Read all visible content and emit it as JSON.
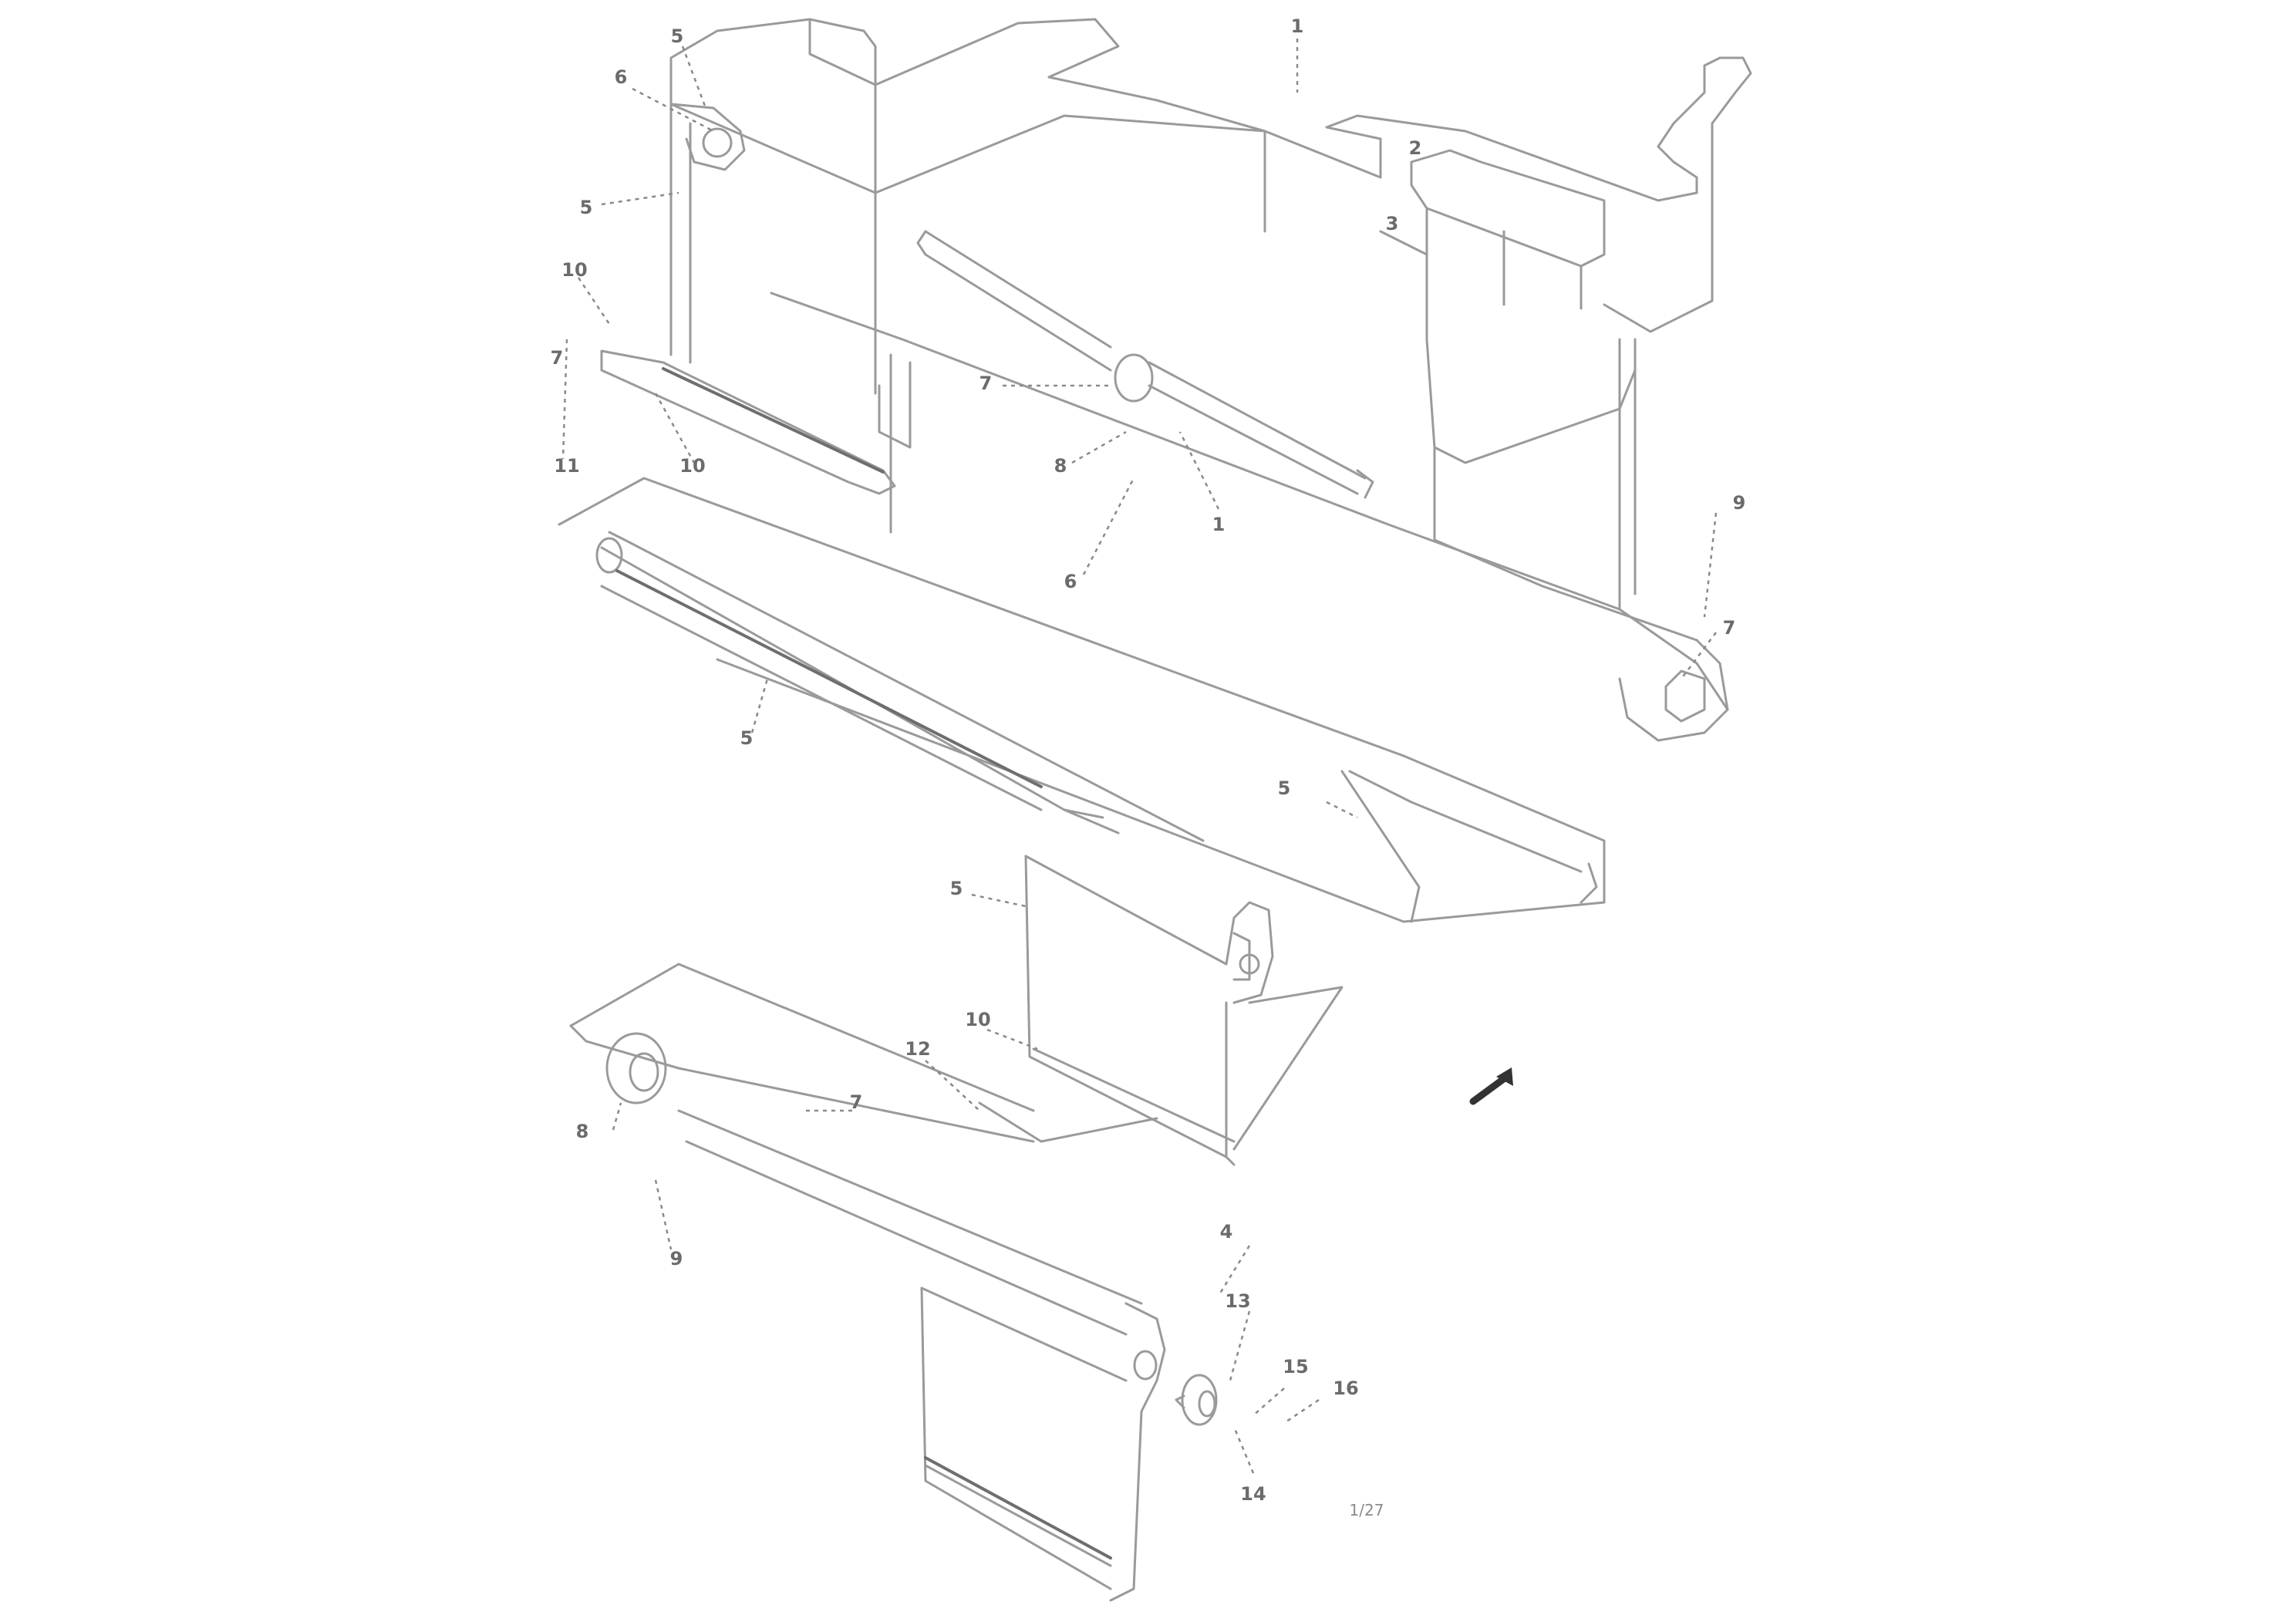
{
  "callouts": [
    {
      "id": "c1",
      "label": "1"
    },
    {
      "id": "c2",
      "label": "5"
    },
    {
      "id": "c3",
      "label": "6"
    },
    {
      "id": "c4",
      "label": "5"
    },
    {
      "id": "c5",
      "label": "10"
    },
    {
      "id": "c6",
      "label": "7"
    },
    {
      "id": "c7",
      "label": "11"
    },
    {
      "id": "c8",
      "label": "10"
    },
    {
      "id": "c9",
      "label": "2"
    },
    {
      "id": "c10",
      "label": "3"
    },
    {
      "id": "c11",
      "label": "7"
    },
    {
      "id": "c12",
      "label": "8"
    },
    {
      "id": "c13",
      "label": "1"
    },
    {
      "id": "c14",
      "label": "6"
    },
    {
      "id": "c15",
      "label": "9"
    },
    {
      "id": "c16",
      "label": "7"
    },
    {
      "id": "c17",
      "label": "5"
    },
    {
      "id": "c18",
      "label": "5"
    },
    {
      "id": "c19",
      "label": "5"
    },
    {
      "id": "c20",
      "label": "10"
    },
    {
      "id": "c21",
      "label": "12"
    },
    {
      "id": "c22",
      "label": "7"
    },
    {
      "id": "c23",
      "label": "8"
    },
    {
      "id": "c24",
      "label": "9"
    },
    {
      "id": "c25",
      "label": "4"
    },
    {
      "id": "c26",
      "label": "13"
    },
    {
      "id": "c27",
      "label": "15"
    },
    {
      "id": "c28",
      "label": "16"
    },
    {
      "id": "c29",
      "label": "14"
    }
  ],
  "figure_code": "1/27",
  "icons": {
    "direction_arrow": "direction-arrow-icon"
  }
}
